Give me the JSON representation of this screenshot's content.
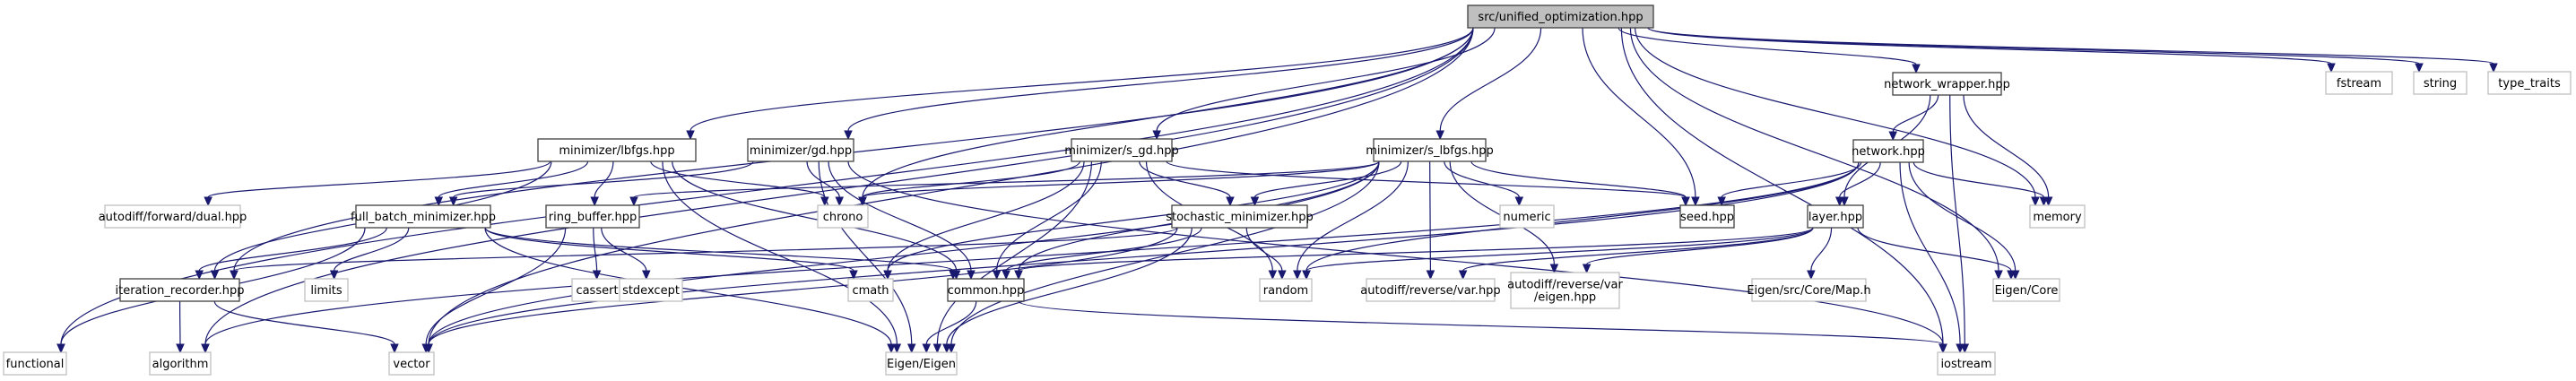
{
  "diagram": {
    "type": "include-dependency-graph",
    "colors": {
      "edge": "#191970",
      "main_fill": "#bfbfbf",
      "local_border": "#404040",
      "system_border": "#bfbfbf"
    },
    "nodes": [
      {
        "id": "main",
        "label": "src/unified_optimization.hpp",
        "kind": "main"
      },
      {
        "id": "lbfgs",
        "label": "minimizer/lbfgs.hpp",
        "kind": "local"
      },
      {
        "id": "gd",
        "label": "minimizer/gd.hpp",
        "kind": "local"
      },
      {
        "id": "sgd",
        "label": "minimizer/s_gd.hpp",
        "kind": "local"
      },
      {
        "id": "slbfgs",
        "label": "minimizer/s_lbfgs.hpp",
        "kind": "local"
      },
      {
        "id": "netwrap",
        "label": "network_wrapper.hpp",
        "kind": "local"
      },
      {
        "id": "network",
        "label": "network.hpp",
        "kind": "local"
      },
      {
        "id": "fstream",
        "label": "fstream",
        "kind": "system"
      },
      {
        "id": "string",
        "label": "string",
        "kind": "system"
      },
      {
        "id": "typetraits",
        "label": "type_traits",
        "kind": "system"
      },
      {
        "id": "dual",
        "label": "autodiff/forward/dual.hpp",
        "kind": "system"
      },
      {
        "id": "fbm",
        "label": "full_batch_minimizer.hpp",
        "kind": "local"
      },
      {
        "id": "ring",
        "label": "ring_buffer.hpp",
        "kind": "local"
      },
      {
        "id": "chrono",
        "label": "chrono",
        "kind": "system"
      },
      {
        "id": "stoch",
        "label": "stochastic_minimizer.hpp",
        "kind": "local"
      },
      {
        "id": "numeric",
        "label": "numeric",
        "kind": "system"
      },
      {
        "id": "seed",
        "label": "seed.hpp",
        "kind": "local"
      },
      {
        "id": "layer",
        "label": "layer.hpp",
        "kind": "local"
      },
      {
        "id": "memory",
        "label": "memory",
        "kind": "system"
      },
      {
        "id": "iterrec",
        "label": "iteration_recorder.hpp",
        "kind": "local"
      },
      {
        "id": "limits",
        "label": "limits",
        "kind": "system"
      },
      {
        "id": "cassert",
        "label": "cassert",
        "kind": "system"
      },
      {
        "id": "stdexcept",
        "label": "stdexcept",
        "kind": "system"
      },
      {
        "id": "cmath",
        "label": "cmath",
        "kind": "system"
      },
      {
        "id": "common",
        "label": "common.hpp",
        "kind": "local"
      },
      {
        "id": "random",
        "label": "random",
        "kind": "system"
      },
      {
        "id": "revvar",
        "label": "autodiff/reverse/var.hpp",
        "kind": "system"
      },
      {
        "id": "reveigen",
        "label": "autodiff/reverse/var/eigen.hpp",
        "label_lines": [
          "autodiff/reverse/var",
          "/eigen.hpp"
        ],
        "kind": "system"
      },
      {
        "id": "map",
        "label": "Eigen/src/Core/Map.h",
        "kind": "system"
      },
      {
        "id": "eigencore",
        "label": "Eigen/Core",
        "kind": "system"
      },
      {
        "id": "functional",
        "label": "functional",
        "kind": "system"
      },
      {
        "id": "algorithm",
        "label": "algorithm",
        "kind": "system"
      },
      {
        "id": "vector",
        "label": "vector",
        "kind": "system"
      },
      {
        "id": "eigen",
        "label": "Eigen/Eigen",
        "kind": "system"
      },
      {
        "id": "iostream",
        "label": "iostream",
        "kind": "system"
      }
    ],
    "edges": [
      [
        "main",
        "lbfgs"
      ],
      [
        "main",
        "gd"
      ],
      [
        "main",
        "sgd"
      ],
      [
        "main",
        "slbfgs"
      ],
      [
        "main",
        "netwrap"
      ],
      [
        "main",
        "fstream"
      ],
      [
        "main",
        "string"
      ],
      [
        "main",
        "typetraits"
      ],
      [
        "main",
        "seed"
      ],
      [
        "main",
        "memory"
      ],
      [
        "main",
        "eigencore"
      ],
      [
        "main",
        "iostream"
      ],
      [
        "main",
        "chrono"
      ],
      [
        "main",
        "iterrec"
      ],
      [
        "main",
        "functional"
      ],
      [
        "main",
        "algorithm"
      ],
      [
        "main",
        "vector"
      ],
      [
        "lbfgs",
        "dual"
      ],
      [
        "lbfgs",
        "fbm"
      ],
      [
        "lbfgs",
        "ring"
      ],
      [
        "lbfgs",
        "chrono"
      ],
      [
        "lbfgs",
        "common"
      ],
      [
        "lbfgs",
        "eigen"
      ],
      [
        "lbfgs",
        "iterrec"
      ],
      [
        "gd",
        "fbm"
      ],
      [
        "gd",
        "chrono"
      ],
      [
        "gd",
        "common"
      ],
      [
        "gd",
        "eigen"
      ],
      [
        "gd",
        "iostream"
      ],
      [
        "sgd",
        "stoch"
      ],
      [
        "sgd",
        "chrono"
      ],
      [
        "sgd",
        "cmath"
      ],
      [
        "sgd",
        "common"
      ],
      [
        "sgd",
        "eigen"
      ],
      [
        "sgd",
        "random"
      ],
      [
        "sgd",
        "seed"
      ],
      [
        "slbfgs",
        "stoch"
      ],
      [
        "slbfgs",
        "numeric"
      ],
      [
        "slbfgs",
        "seed"
      ],
      [
        "slbfgs",
        "ring"
      ],
      [
        "slbfgs",
        "chrono"
      ],
      [
        "slbfgs",
        "cmath"
      ],
      [
        "slbfgs",
        "common"
      ],
      [
        "slbfgs",
        "random"
      ],
      [
        "slbfgs",
        "revvar"
      ],
      [
        "slbfgs",
        "reveigen"
      ],
      [
        "slbfgs",
        "eigen"
      ],
      [
        "slbfgs",
        "vector"
      ],
      [
        "netwrap",
        "network"
      ],
      [
        "netwrap",
        "layer"
      ],
      [
        "netwrap",
        "memory"
      ],
      [
        "netwrap",
        "iostream"
      ],
      [
        "network",
        "seed"
      ],
      [
        "network",
        "layer"
      ],
      [
        "network",
        "memory"
      ],
      [
        "network",
        "eigencore"
      ],
      [
        "network",
        "iostream"
      ],
      [
        "network",
        "vector"
      ],
      [
        "network",
        "random"
      ],
      [
        "network",
        "algorithm"
      ],
      [
        "fbm",
        "iterrec"
      ],
      [
        "fbm",
        "limits"
      ],
      [
        "fbm",
        "functional"
      ],
      [
        "fbm",
        "common"
      ],
      [
        "fbm",
        "cmath"
      ],
      [
        "fbm",
        "eigen"
      ],
      [
        "ring",
        "cassert"
      ],
      [
        "ring",
        "stdexcept"
      ],
      [
        "ring",
        "vector"
      ],
      [
        "stoch",
        "iterrec"
      ],
      [
        "stoch",
        "common"
      ],
      [
        "stoch",
        "random"
      ],
      [
        "stoch",
        "eigen"
      ],
      [
        "stoch",
        "vector"
      ],
      [
        "iterrec",
        "algorithm"
      ],
      [
        "iterrec",
        "vector"
      ],
      [
        "common",
        "eigen"
      ],
      [
        "common",
        "iostream"
      ],
      [
        "layer",
        "common"
      ],
      [
        "layer",
        "map"
      ],
      [
        "layer",
        "eigencore"
      ],
      [
        "layer",
        "revvar"
      ],
      [
        "layer",
        "reveigen"
      ],
      [
        "layer",
        "random"
      ]
    ]
  }
}
